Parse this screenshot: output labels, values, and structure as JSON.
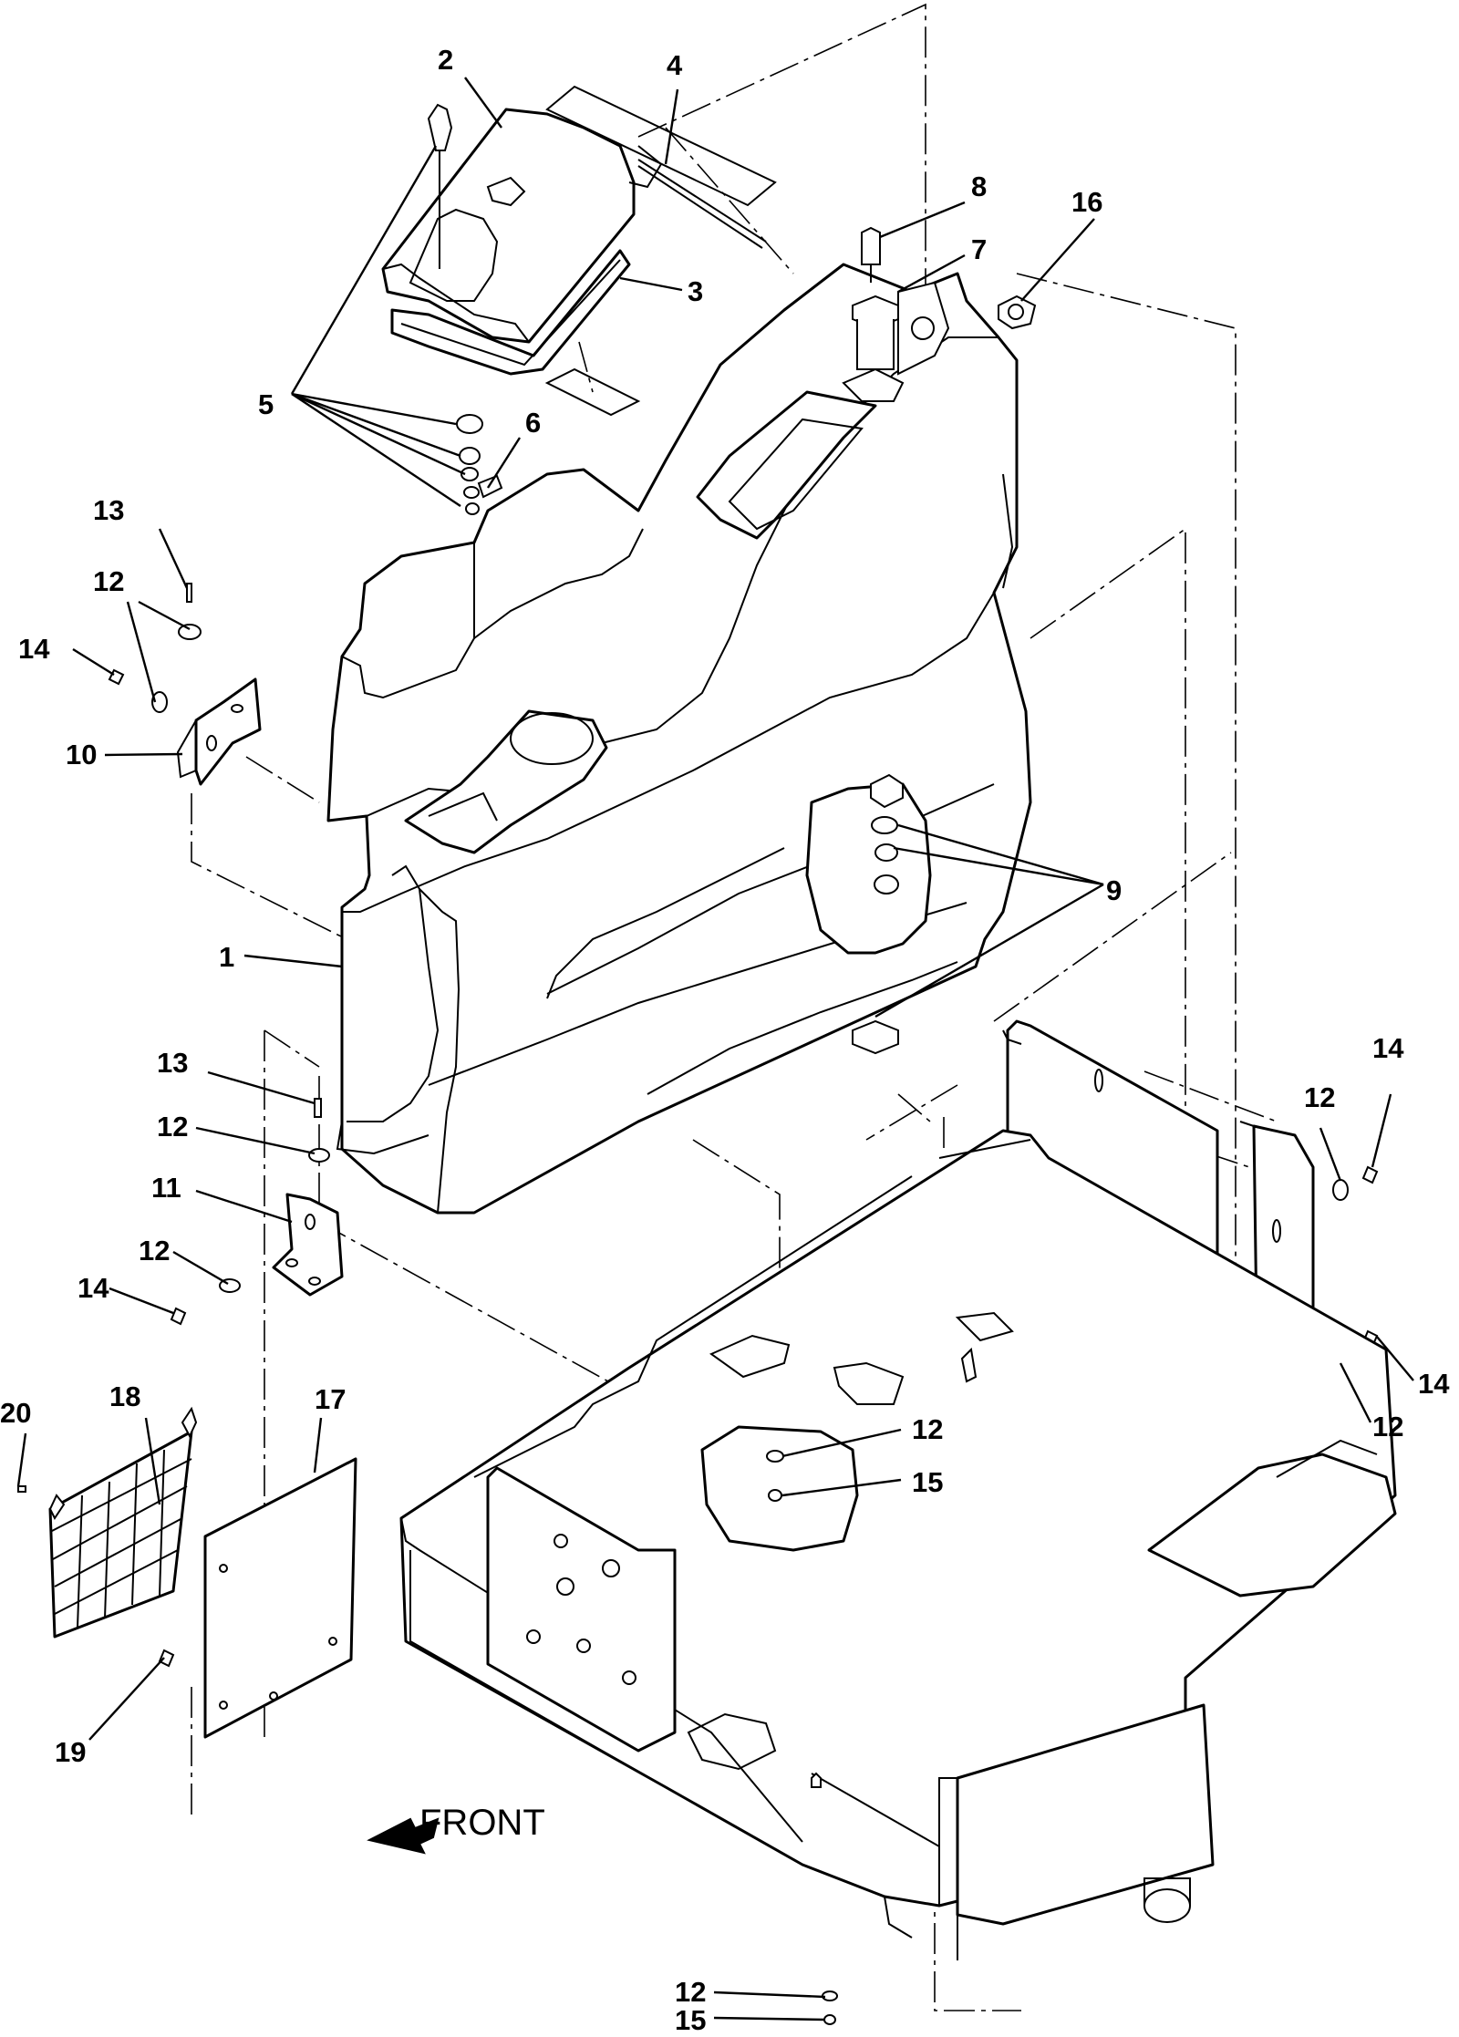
{
  "figure": {
    "direction_label": "FRONT",
    "callouts": [
      {
        "id": "c2",
        "text": "2"
      },
      {
        "id": "c4",
        "text": "4"
      },
      {
        "id": "c8",
        "text": "8"
      },
      {
        "id": "c16",
        "text": "16"
      },
      {
        "id": "c7",
        "text": "7"
      },
      {
        "id": "c3",
        "text": "3"
      },
      {
        "id": "c5",
        "text": "5"
      },
      {
        "id": "c6",
        "text": "6"
      },
      {
        "id": "c13a",
        "text": "13"
      },
      {
        "id": "c12a",
        "text": "12"
      },
      {
        "id": "c14a",
        "text": "14"
      },
      {
        "id": "c10",
        "text": "10"
      },
      {
        "id": "c9",
        "text": "9"
      },
      {
        "id": "c1",
        "text": "1"
      },
      {
        "id": "c13b",
        "text": "13"
      },
      {
        "id": "c12b",
        "text": "12"
      },
      {
        "id": "c11",
        "text": "11"
      },
      {
        "id": "c12c",
        "text": "12"
      },
      {
        "id": "c14b",
        "text": "14"
      },
      {
        "id": "c14c",
        "text": "14"
      },
      {
        "id": "c12d",
        "text": "12"
      },
      {
        "id": "c14d",
        "text": "14"
      },
      {
        "id": "c12e",
        "text": "12"
      },
      {
        "id": "c20",
        "text": "20"
      },
      {
        "id": "c18",
        "text": "18"
      },
      {
        "id": "c17",
        "text": "17"
      },
      {
        "id": "c12f",
        "text": "12"
      },
      {
        "id": "c15a",
        "text": "15"
      },
      {
        "id": "c19",
        "text": "19"
      },
      {
        "id": "c12g",
        "text": "12"
      },
      {
        "id": "c15b",
        "text": "15"
      }
    ]
  }
}
